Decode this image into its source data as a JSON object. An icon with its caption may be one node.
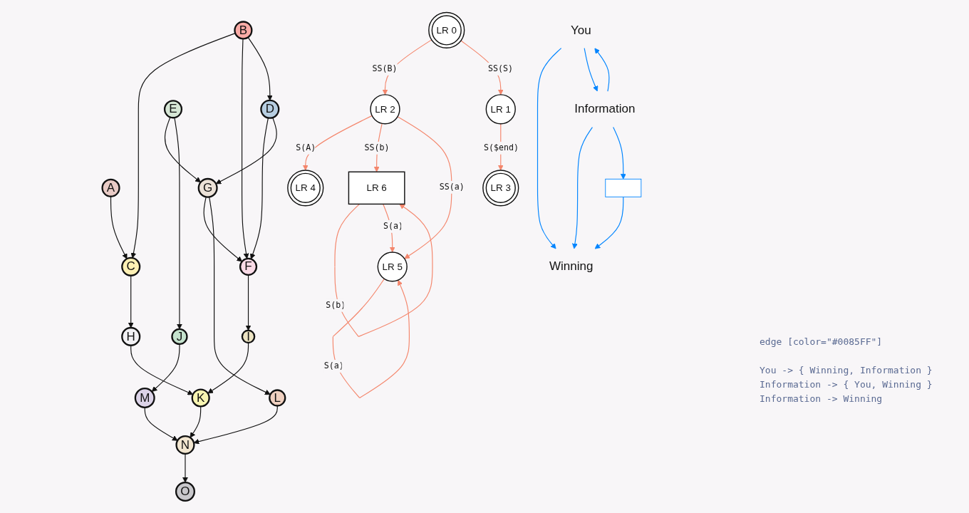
{
  "diagram": {
    "nodes": [
      {
        "text": [
          "A"
        ]
      },
      {
        "text": [
          "B"
        ]
      },
      {
        "text": [
          "C"
        ]
      },
      {
        "text": [
          "D"
        ]
      },
      {
        "text": [
          "E"
        ]
      },
      {
        "text": [
          "F"
        ]
      },
      {
        "text": [
          "G"
        ]
      },
      {
        "text": [
          "H"
        ]
      },
      {
        "text": [
          "I"
        ]
      },
      {
        "text": [
          "J"
        ]
      },
      {
        "text": [
          "K"
        ]
      },
      {
        "text": [
          "L"
        ]
      },
      {
        "text": [
          "M"
        ]
      },
      {
        "text": [
          "N"
        ]
      },
      {
        "text": [
          "O"
        ]
      },
      {
        "text": [
          "LR 0"
        ]
      },
      {
        "text": [
          "LR 2"
        ]
      },
      {
        "text": [
          "LR 1"
        ]
      },
      {
        "text": [
          "LR 4"
        ]
      },
      {
        "text": [
          "LR 6"
        ]
      },
      {
        "text": [
          "LR 3"
        ]
      },
      {
        "text": [
          "LR 5"
        ]
      },
      {
        "text": [
          "You"
        ]
      },
      {
        "text": [
          "Information"
        ]
      },
      {
        "text": [],
        "shape": "box"
      },
      {
        "text": [
          "Winning"
        ]
      }
    ],
    "edges": [
      {
        "from": 0,
        "to": 2,
        "arrow": "to"
      },
      {
        "from": 1,
        "to": 2,
        "arrow": "to"
      },
      {
        "from": 2,
        "to": 7,
        "arrow": "to"
      },
      {
        "from": 7,
        "to": 10,
        "arrow": "to"
      },
      {
        "from": 8,
        "to": 10,
        "arrow": "to"
      },
      {
        "from": 10,
        "to": 13,
        "arrow": "to"
      },
      {
        "from": 1,
        "to": 5,
        "arrow": "to"
      },
      {
        "from": 1,
        "to": 3,
        "arrow": "to"
      },
      {
        "from": 3,
        "to": 5,
        "arrow": "to"
      },
      {
        "from": 5,
        "to": 8,
        "arrow": "to"
      },
      {
        "from": 6,
        "to": 5,
        "arrow": "to"
      },
      {
        "from": 3,
        "to": 6,
        "arrow": "to"
      },
      {
        "from": 4,
        "to": 6,
        "arrow": "to"
      },
      {
        "from": 6,
        "to": 11,
        "arrow": "to"
      },
      {
        "from": 11,
        "to": 13,
        "arrow": "to"
      },
      {
        "from": 4,
        "to": 9,
        "arrow": "to"
      },
      {
        "from": 9,
        "to": 12,
        "arrow": "to"
      },
      {
        "from": 12,
        "to": 13,
        "arrow": "to"
      },
      {
        "from": 13,
        "to": 14,
        "arrow": "to"
      },
      {
        "from": 15,
        "to": 16,
        "arrow": "to",
        "label": "SS(B)",
        "color": "#f4866c"
      },
      {
        "from": 15,
        "to": 17,
        "arrow": "to",
        "label": "SS(S)",
        "color": "#f4866c"
      },
      {
        "from": 16,
        "to": 18,
        "arrow": "to",
        "label": "S(A)",
        "color": "#f4866c"
      },
      {
        "from": 16,
        "to": 19,
        "arrow": "to",
        "label": "SS(b)",
        "color": "#f4866c"
      },
      {
        "from": 16,
        "to": 21,
        "arrow": "to",
        "label": "SS(a)",
        "color": "#f4866c"
      },
      {
        "from": 17,
        "to": 20,
        "arrow": "to",
        "label": "S($end)",
        "color": "#f4866c"
      },
      {
        "from": 19,
        "to": 19,
        "arrow": "to",
        "label": "S(b)",
        "color": "#f4866c"
      },
      {
        "from": 19,
        "to": 21,
        "arrow": "to",
        "label": "S(a)",
        "color": "#f4866c"
      },
      {
        "from": 21,
        "to": 21,
        "arrow": "to",
        "label": "S(a)",
        "color": "#f4866c"
      },
      {
        "from": 22,
        "to": 25,
        "arrow": "to",
        "color": "#0085ff"
      },
      {
        "from": 22,
        "to": 23,
        "arrow": "to",
        "color": "#0085ff"
      },
      {
        "from": 23,
        "to": 22,
        "arrow": "to",
        "color": "#0085ff"
      },
      {
        "from": 23,
        "to": 25,
        "arrow": "to",
        "color": "#0085ff"
      },
      {
        "from": 23,
        "to": 24,
        "arrow": "to",
        "color": "#0085ff"
      },
      {
        "from": 24,
        "to": 25,
        "arrow": "to",
        "color": "#0085ff"
      }
    ],
    "labels": [
      "edge [color=\"#0085FF\"]",
      "You -> { Winning, Information }",
      "Information -> { You, Winning }",
      "Information -> Winning"
    ]
  }
}
